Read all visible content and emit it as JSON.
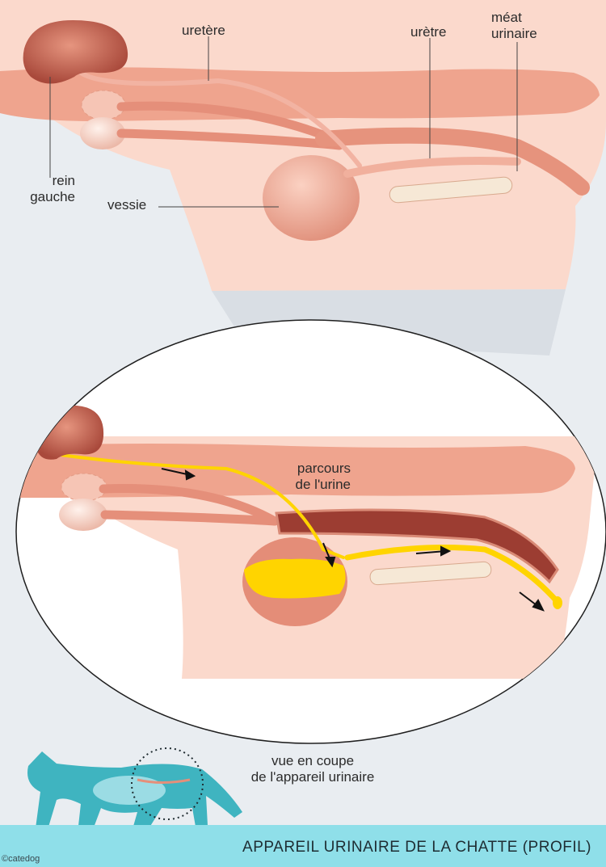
{
  "top_labels": {
    "ureter": "uretère",
    "urethra": "urètre",
    "meatus": "méat\nurinaire",
    "left_kidney": "rein\ngauche",
    "bladder": "vessie"
  },
  "zoom_labels": {
    "urine_path": "parcours\nde l'urine"
  },
  "bottom_caption": "vue en coupe\nde l'appareil urinaire",
  "footer_title": "APPAREIL URINAIRE DE LA CHATTE (PROFIL)",
  "copyright": "©catedog",
  "colors": {
    "background": "#e9edf1",
    "skin": "#fbd9cc",
    "muscle": "#eea08a",
    "organ": "#e99a85",
    "kidney": "#c96a58",
    "urine": "#ffd400",
    "footer": "#8fdfe9",
    "cat_silhouette": "#3fb4c0"
  }
}
